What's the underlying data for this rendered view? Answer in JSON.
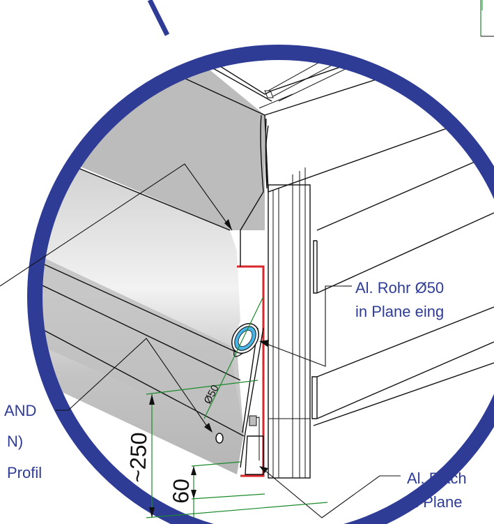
{
  "callouts": {
    "tube_line1": "Al. Rohr Ø50",
    "tube_line2": "in Plane eing",
    "plate_line1": "Al. Fläch",
    "plate_line2": "in Plane",
    "left_line1": "AND",
    "left_line2": "N)",
    "left_line3": "Profil"
  },
  "dimensions": {
    "diameter": "Ø50",
    "height_total": "~250",
    "height_small": "60"
  },
  "colors": {
    "outer_ring": "#2f3c96",
    "callout_text": "#2f3c96",
    "tarp_gray": "#bdbdbd",
    "profile_red": "#d8262b",
    "tube_cyan": "#49b5e6",
    "dimension_green": "#1a8a2a"
  }
}
